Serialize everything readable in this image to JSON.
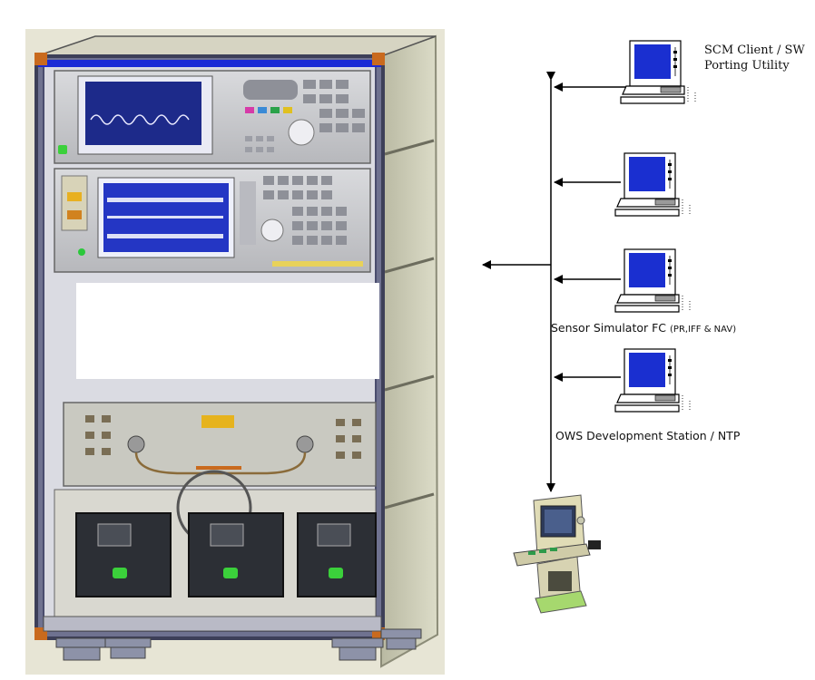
{
  "labels": {
    "scm_line1": "SCM Client / SW",
    "scm_line2": "Porting Utility",
    "sensor_main": "Sensor Simulator FC ",
    "sensor_sub": "(PR,IFF & NAV)",
    "ows": "OWS Development Station / NTP"
  },
  "colors": {
    "rack_frame": "#4a4d6e",
    "rack_side": "#cfcfba",
    "screen_blue": "#1a2fd0",
    "instrument_face": "#c8c9cc",
    "console_green": "#a6d86e",
    "line": "#000000"
  },
  "icons": [
    "rack-icon",
    "computer-icon",
    "console-icon",
    "arrow-icon"
  ]
}
